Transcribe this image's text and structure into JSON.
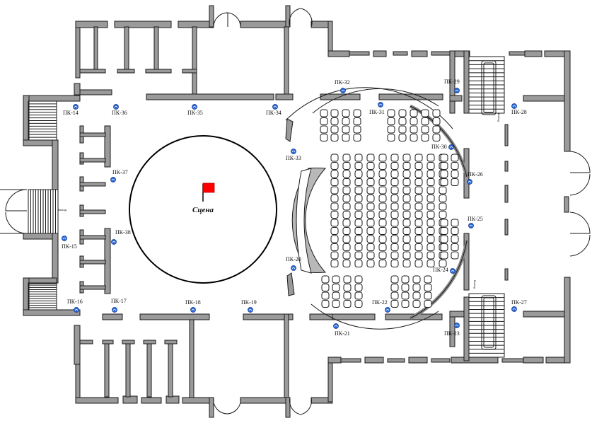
{
  "stage": {
    "label": "Сцена",
    "flag_color": "#ff0000"
  },
  "exit_label": "Выход",
  "hydrant_color": "#2a66d9",
  "hydrants": [
    {
      "id": "pk14",
      "label": "ПК-14"
    },
    {
      "id": "pk36",
      "label": "ПК-36"
    },
    {
      "id": "pk35",
      "label": "ПК-35"
    },
    {
      "id": "pk34",
      "label": "ПК-34"
    },
    {
      "id": "pk32",
      "label": "ПК-32"
    },
    {
      "id": "pk31",
      "label": "ПК-31"
    },
    {
      "id": "pk29",
      "label": "ПК-29"
    },
    {
      "id": "pk28",
      "label": "ПК-28"
    },
    {
      "id": "pk30",
      "label": "ПК-30"
    },
    {
      "id": "pk33",
      "label": "ПК-33"
    },
    {
      "id": "pk37",
      "label": "ПК-37"
    },
    {
      "id": "pk26",
      "label": "ПК-26"
    },
    {
      "id": "pk25",
      "label": "ПК-25"
    },
    {
      "id": "pk38",
      "label": "ПК-38"
    },
    {
      "id": "pk15",
      "label": "ПК-15"
    },
    {
      "id": "pk20",
      "label": "ПК-20"
    },
    {
      "id": "pk24",
      "label": "ПК-24"
    },
    {
      "id": "pk16",
      "label": "ПК-16"
    },
    {
      "id": "pk17",
      "label": "ПК-17"
    },
    {
      "id": "pk18",
      "label": "ПК-18"
    },
    {
      "id": "pk19",
      "label": "ПК-19"
    },
    {
      "id": "pk22",
      "label": "ПК-22"
    },
    {
      "id": "pk27",
      "label": "ПК-27"
    },
    {
      "id": "pk21",
      "label": "ПК-21"
    },
    {
      "id": "pk23",
      "label": "ПК-23"
    }
  ]
}
